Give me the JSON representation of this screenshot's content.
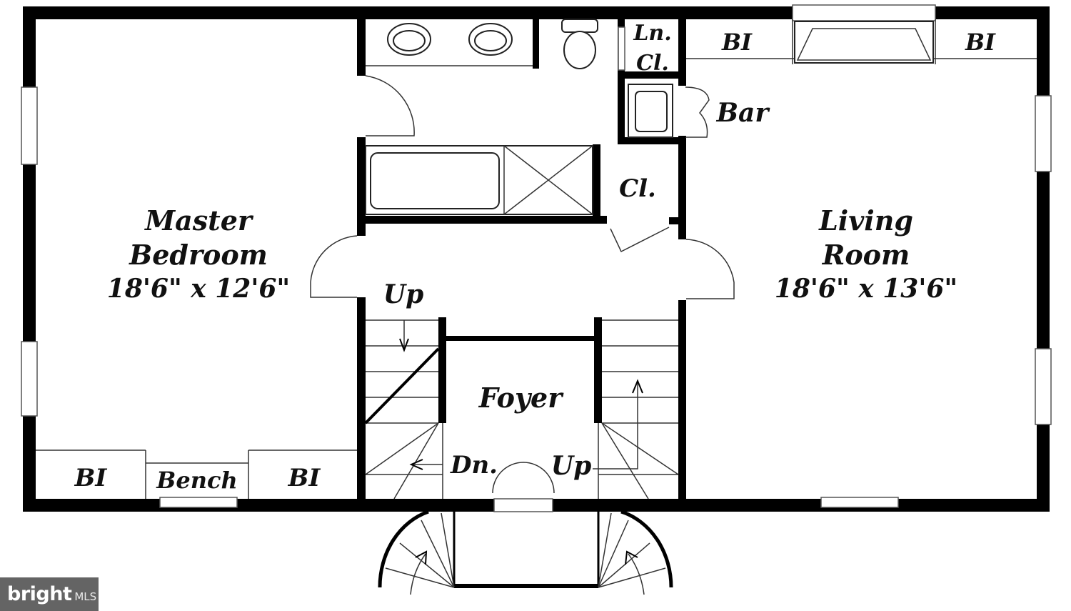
{
  "rooms": {
    "master": {
      "line1": "Master",
      "line2": "Bedroom",
      "dims": "18'6\" x 12'6\""
    },
    "living": {
      "line1": "Living",
      "line2": "Room",
      "dims": "18'6\" x 13'6\""
    },
    "foyer": "Foyer",
    "closet": "Cl.",
    "linen_line1": "Ln.",
    "linen_line2": "Cl.",
    "bar": "Bar"
  },
  "builtins": {
    "master_left": "BI",
    "master_bench": "Bench",
    "master_right": "BI",
    "living_left": "BI",
    "living_right": "BI"
  },
  "stairs": {
    "up_left": "Up",
    "down": "Dn.",
    "up_right": "Up"
  },
  "watermark": {
    "brand": "bright",
    "suffix": "MLS"
  }
}
